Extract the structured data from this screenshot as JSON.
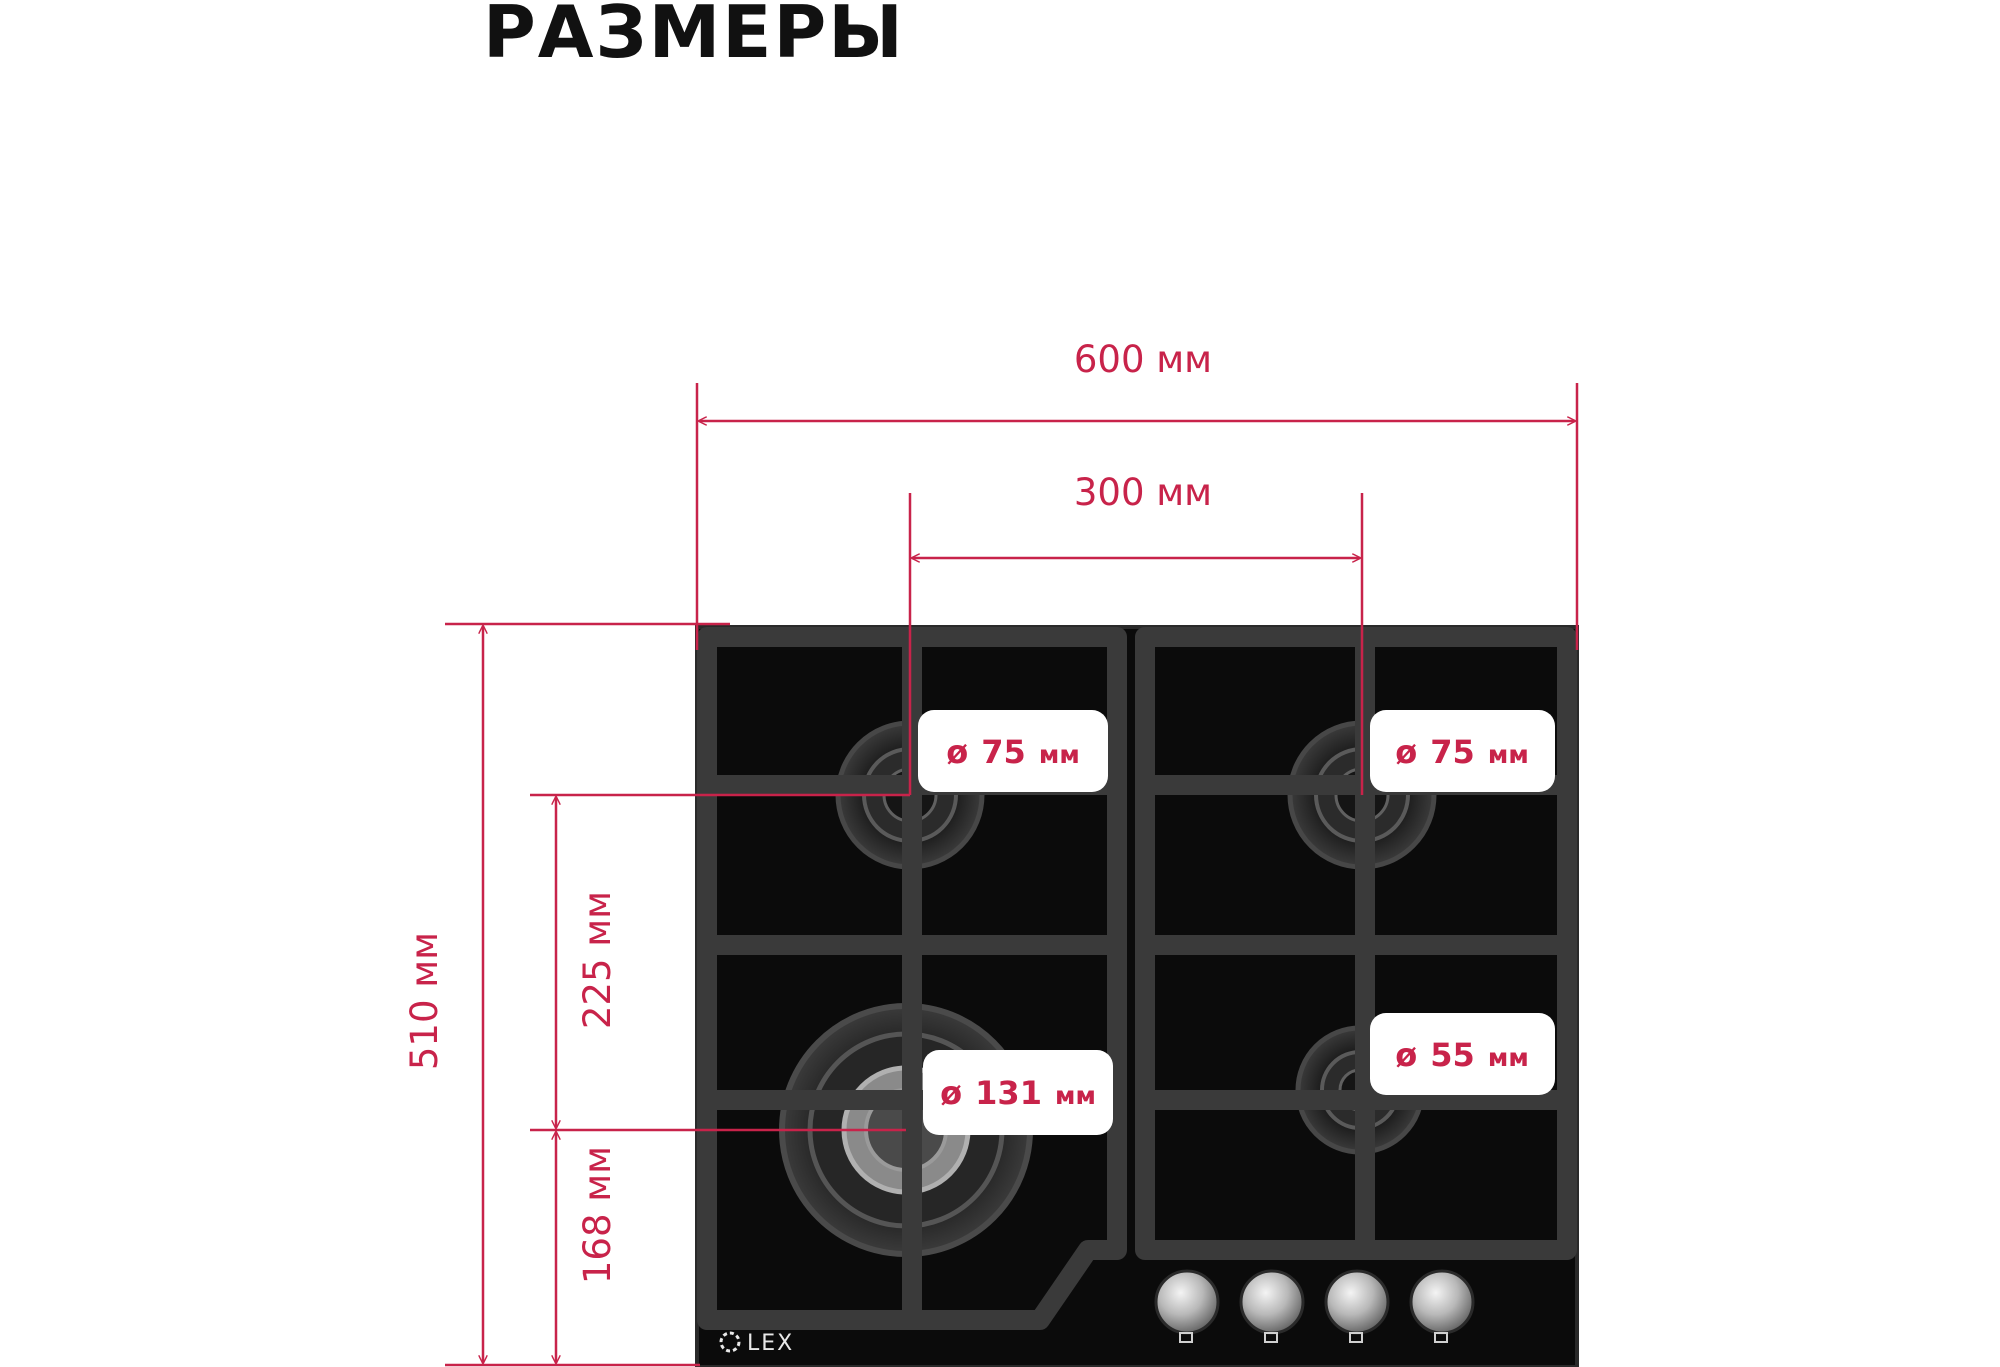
{
  "title": "РАЗМЕРЫ",
  "brand": "LEX",
  "dimensions": {
    "total_width": "600 мм",
    "burner_spacing": "300 мм",
    "total_depth": "510 мм",
    "front_burner_to_rear_burner": "225 мм",
    "front_edge_to_front_burner": "168 мм"
  },
  "burners": [
    {
      "name": "rear-left",
      "symbol": "ø",
      "size": "75",
      "unit": "мм"
    },
    {
      "name": "rear-right",
      "symbol": "ø",
      "size": "75",
      "unit": "мм"
    },
    {
      "name": "front-left",
      "symbol": "ø",
      "size": "131",
      "unit": "мм"
    },
    {
      "name": "front-right",
      "symbol": "ø",
      "size": "55",
      "unit": "мм"
    }
  ],
  "colors": {
    "accent": "#c8234a",
    "glass": "#0b0b0b",
    "grate": "#3a3a3a",
    "title": "#111111"
  }
}
